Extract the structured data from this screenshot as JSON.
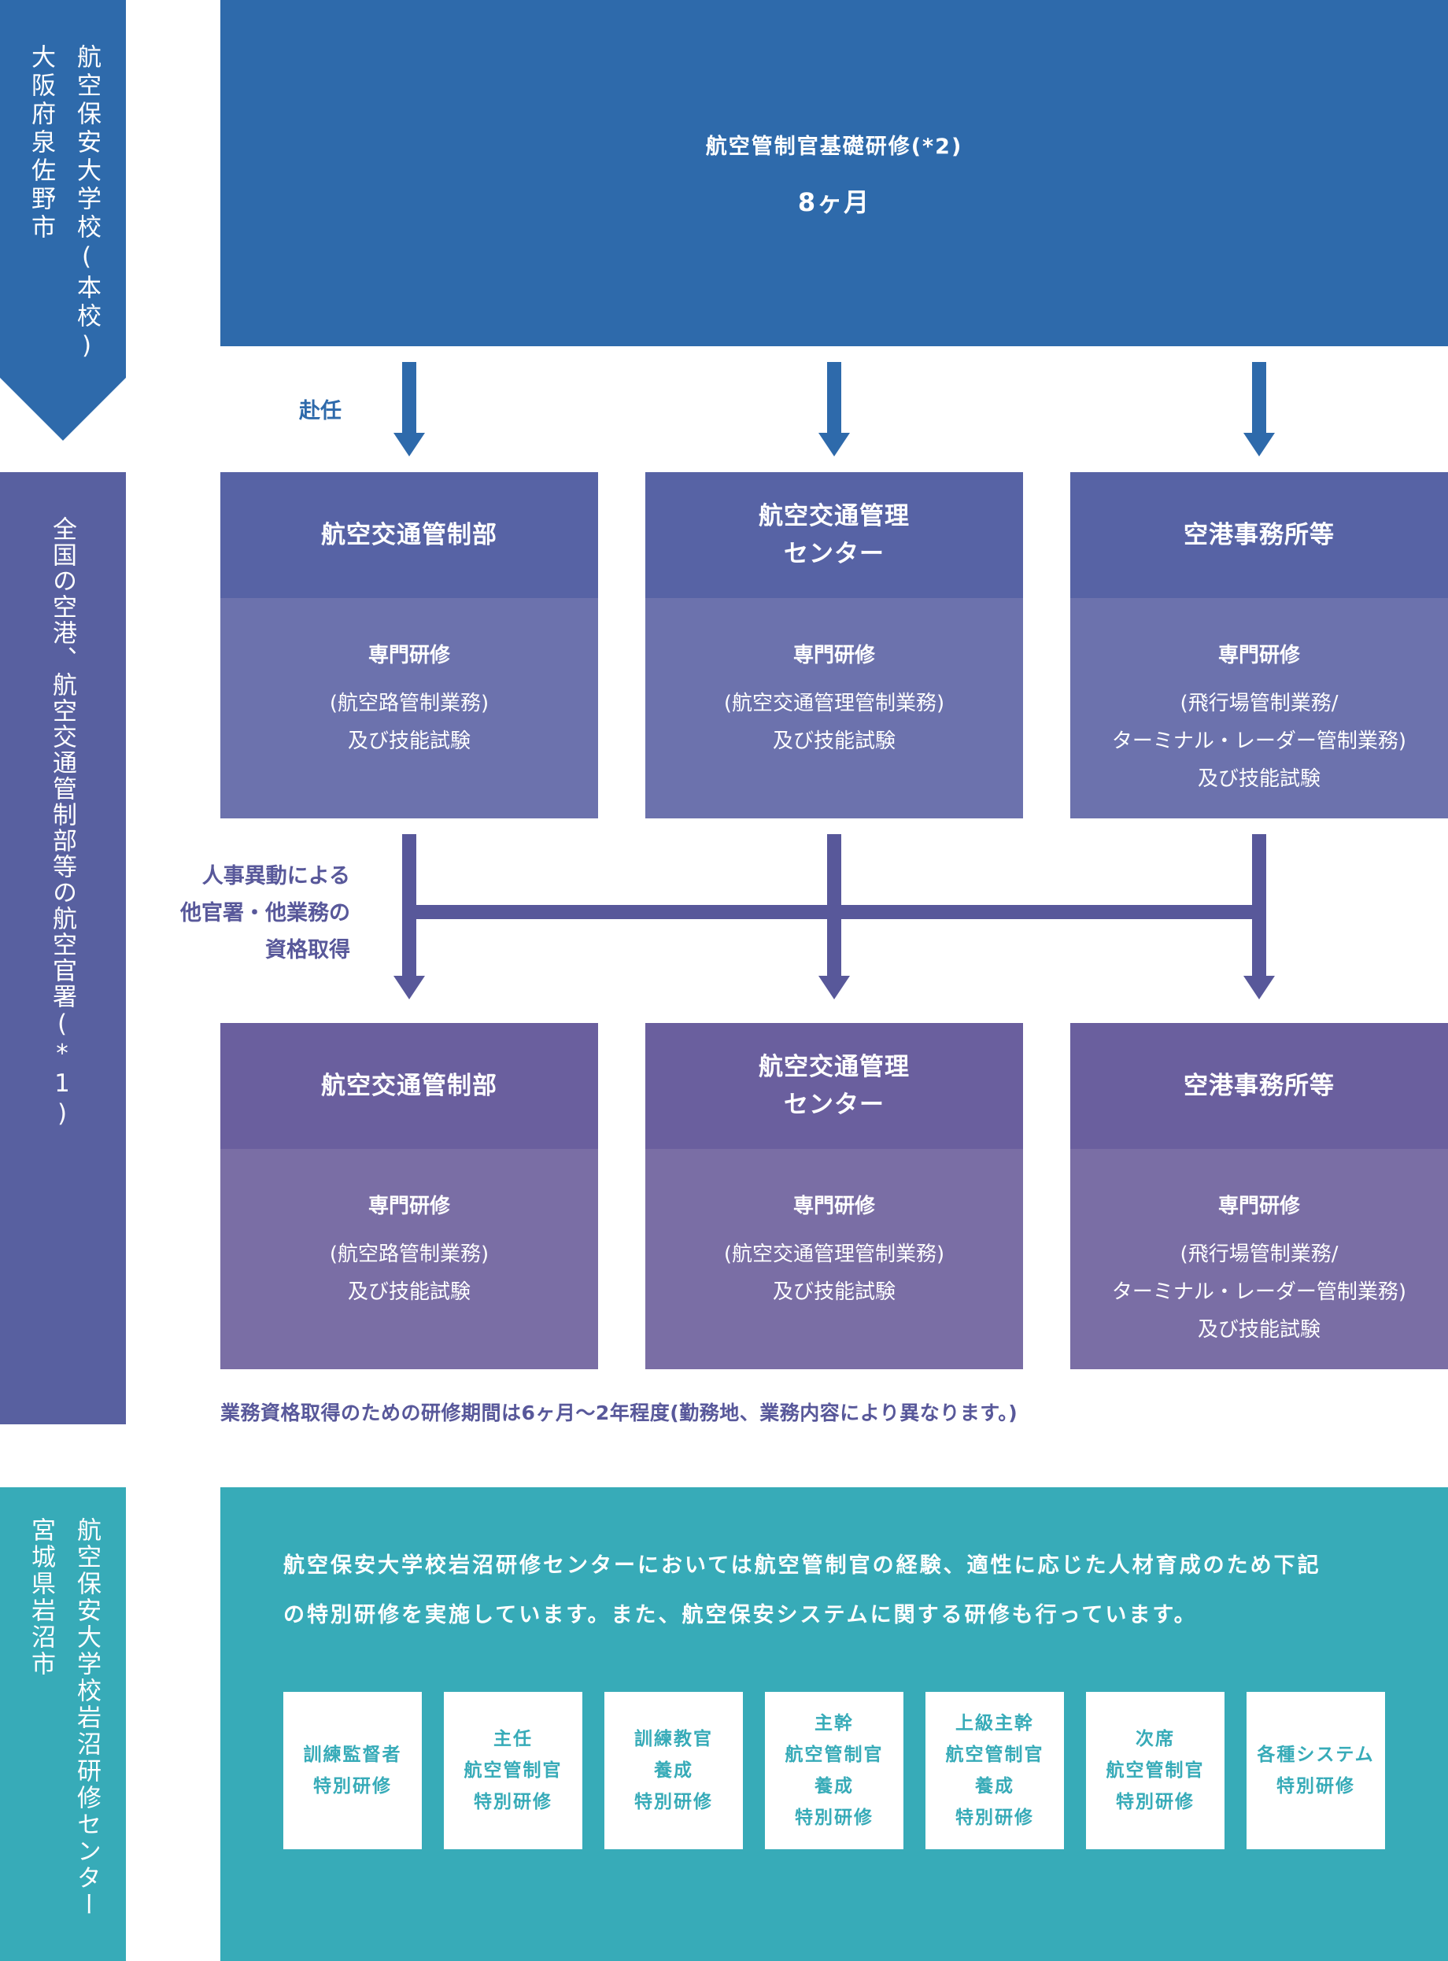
{
  "colors": {
    "top_blue": "#2e6aab",
    "mid_purple": "#5860a0",
    "row1_head": "#5763a5",
    "row1_body": "#6c72ad",
    "row2_head": "#6a5f9e",
    "row2_body": "#7a6ea5",
    "teal": "#37abb8"
  },
  "sections": {
    "honko": {
      "line1": "航空保安大学校(本校)",
      "line2": "大阪府泉佐野市"
    },
    "zenkoku": {
      "line1": "全国の空港、航空交通管制部等の航空官署(*1)"
    },
    "iwanuma": {
      "line1": "航空保安大学校岩沼研修センター",
      "line2": "宮城県岩沼市"
    }
  },
  "top": {
    "title": "航空管制官基礎研修(*2)",
    "duration": "8ヶ月"
  },
  "labels": {
    "funin": "赴任",
    "transfer": [
      "人事異動による",
      "他官署・他業務の",
      "資格取得"
    ]
  },
  "orgs": [
    {
      "head": [
        "航空交通管制部"
      ],
      "training": "専門研修",
      "lines": [
        "(航空路管制業務)",
        "及び技能試験"
      ]
    },
    {
      "head": [
        "航空交通管理",
        "センター"
      ],
      "training": "専門研修",
      "lines": [
        "(航空交通管理管制業務)",
        "及び技能試験"
      ]
    },
    {
      "head": [
        "空港事務所等"
      ],
      "training": "専門研修",
      "lines": [
        "(飛行場管制業務/",
        "ターミナル・レーダー管制業務)",
        "及び技能試験"
      ]
    }
  ],
  "note": "業務資格取得のための研修期間は6ヶ月〜2年程度(勤務地、業務内容により異なります。)",
  "iwanuma_text": [
    "航空保安大学校岩沼研修センターにおいては航空管制官の経験、適性に応じた人材育成のため下記",
    "の特別研修を実施しています。また、航空保安システムに関する研修も行っています。"
  ],
  "special_trainings": [
    [
      "訓練監督者",
      "特別研修"
    ],
    [
      "主任",
      "航空管制官",
      "特別研修"
    ],
    [
      "訓練教官",
      "養成",
      "特別研修"
    ],
    [
      "主幹",
      "航空管制官",
      "養成",
      "特別研修"
    ],
    [
      "上級主幹",
      "航空管制官",
      "養成",
      "特別研修"
    ],
    [
      "次席",
      "航空管制官",
      "特別研修"
    ],
    [
      "各種システム",
      "特別研修"
    ]
  ]
}
